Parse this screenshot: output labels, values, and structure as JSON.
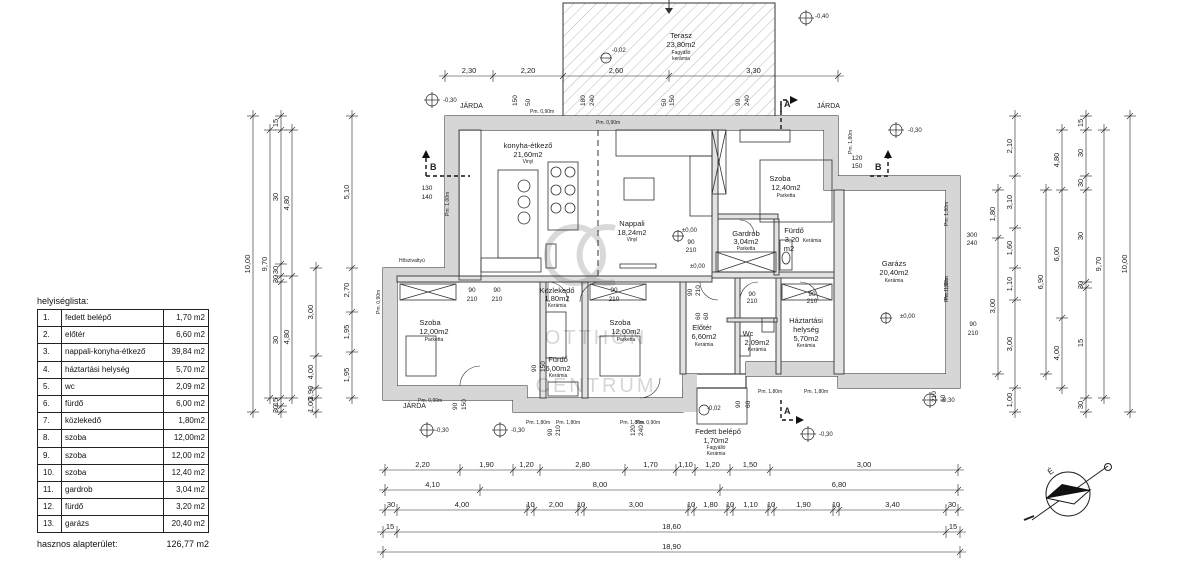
{
  "rooms": {
    "terasz": {
      "name": "Terasz",
      "area": "23,80m2",
      "floor1": "Fagyálló",
      "floor2": "kerámia"
    },
    "konyha": {
      "name": "konyha-étkező",
      "area": "21,60m2",
      "floor": "Vinyl"
    },
    "nappali": {
      "name": "Nappali",
      "area": "18,24m2",
      "floor": "Vinyl"
    },
    "szoba_ne": {
      "name": "Szoba",
      "area": "12,40m2",
      "floor": "Parketta"
    },
    "gardrob": {
      "name": "Gardrob",
      "area": "3,04m2",
      "floor": "Parketta"
    },
    "furdo_n": {
      "name": "Fürdő",
      "area": "3,20",
      "area2": "m2",
      "floor": "Kerámia"
    },
    "garazs": {
      "name": "Garázs",
      "area": "20,40m2",
      "floor": "Kerámia"
    },
    "kozlekedo": {
      "name": "Közlekedő",
      "area": "1,80m2",
      "floor": "Kerámia"
    },
    "szoba_w": {
      "name": "Szoba",
      "area": "12,00m2",
      "floor": "Parketta"
    },
    "szoba_m": {
      "name": "Szoba",
      "area": "12,00m2",
      "floor": "Parketta"
    },
    "furdo_s": {
      "name": "Fürdő",
      "area": "6,00m2",
      "floor": "Kerámia"
    },
    "eloter": {
      "name": "Előtér",
      "area": "6,60m2",
      "floor": "Kerámia"
    },
    "wc": {
      "name": "Wc",
      "area": "2,09m2",
      "floor": "Kerámia"
    },
    "haztart": {
      "name": "Háztartási",
      "name2": "helység",
      "area": "5,70m2",
      "floor": "Kerámia"
    },
    "fedett": {
      "name": "Fedett belépő",
      "area": "1,70m2",
      "floor1": "Fagyálló",
      "floor2": "Kerámia"
    }
  },
  "labels": {
    "jarda": "JÁRDA",
    "section_a": "A",
    "section_b": "B",
    "hoszivattyu": "Hőszivattyú",
    "levels": [
      "±0,00",
      "±0,00",
      "±0,00",
      "-0,02",
      "-0,02",
      "-0,30",
      "-0,30",
      "-0,30",
      "-0,30",
      "-0,30",
      "-0,30",
      "-0,40"
    ],
    "pm": [
      "Pm. 0,90m",
      "Pm. 0,90m",
      "Pm. 1,80m",
      "Pm. 1,80m",
      "Pm. 0,90m",
      "Pm. 1,80m",
      "Pm. 1,80m",
      "Pm. 1,80m",
      "Pm. 1,80m",
      "Pm. 1,00m",
      "Pm. 0,90m",
      "Pm. 0,90m",
      "Pm. 1,80m",
      "Pm. 1,80m",
      "Pm. 1,80m"
    ],
    "openings": [
      "150",
      "50",
      "180",
      "240",
      "50",
      "150",
      "90",
      "240",
      "120",
      "150",
      "130",
      "140",
      "90",
      "210",
      "90",
      "210",
      "90",
      "210",
      "90",
      "210",
      "90",
      "210",
      "90",
      "210",
      "90",
      "210",
      "90",
      "150",
      "90",
      "150",
      "90",
      "210",
      "120",
      "240",
      "90",
      "210",
      "60",
      "60",
      "300",
      "240",
      "210",
      "60",
      "90",
      "60"
    ]
  },
  "dims": {
    "top": [
      "2,30",
      "2,20",
      "2,60",
      "3,30"
    ],
    "bottom1": [
      "2,20",
      "1,90",
      "1,20",
      "2,80",
      "1,70",
      "1,10",
      "1,20",
      "1,50",
      "3,00"
    ],
    "bottom2": [
      "4,10",
      "8,00",
      "6,80"
    ],
    "bottom3": [
      "30",
      "4,00",
      "10",
      "2,00",
      "10",
      "3,00",
      "10",
      "1,80",
      "10",
      "1,10",
      "10",
      "1,90",
      "10",
      "3,40",
      "30"
    ],
    "bottom4": [
      "15",
      "18,60",
      "15"
    ],
    "bottom5": [
      "18,90"
    ],
    "left1": [
      "10,00"
    ],
    "left2": [
      "9,70"
    ],
    "left3": [
      "4,80",
      "4,80"
    ],
    "left4": [
      "15",
      "30",
      "30",
      "30",
      "30",
      "15",
      "30"
    ],
    "left5": [
      "5,10",
      "2,70",
      "1,95",
      "1,95"
    ],
    "left6": [
      "3,00",
      "4,00",
      "3,90",
      "1,00"
    ],
    "right1": [
      "2,10",
      "3,10",
      "1,60",
      "1,10",
      "3,00",
      "1,00"
    ],
    "right2": [
      "1,80",
      "3,00"
    ],
    "right3": [
      "6,90"
    ],
    "right4": [
      "4,80",
      "6,00",
      "4,00"
    ],
    "right5": [
      "9,70"
    ],
    "right6": [
      "10,00"
    ],
    "right7": [
      "15",
      "30",
      "30",
      "30",
      "30",
      "15",
      "30"
    ]
  },
  "compass": {
    "letter": "É"
  },
  "watermark": {
    "line1": "OTTHON",
    "line2": "CENTRUM"
  },
  "legend": {
    "title": "helyiséglista:",
    "rows": [
      {
        "n": "1.",
        "name": "fedett belépő",
        "area": "1,70 m2"
      },
      {
        "n": "2.",
        "name": "előtér",
        "area": "6,60 m2"
      },
      {
        "n": "3.",
        "name": "nappali-konyha-étkező",
        "area": "39,84 m2"
      },
      {
        "n": "4.",
        "name": "háztartási helység",
        "area": "5,70 m2"
      },
      {
        "n": "5.",
        "name": "wc",
        "area": "2,09 m2"
      },
      {
        "n": "6.",
        "name": "fürdő",
        "area": "6,00 m2"
      },
      {
        "n": "7.",
        "name": "közlekedő",
        "area": "1,80m2"
      },
      {
        "n": "8.",
        "name": "szoba",
        "area": "12,00m2"
      },
      {
        "n": "9.",
        "name": "szoba",
        "area": "12,00 m2"
      },
      {
        "n": "10.",
        "name": "szoba",
        "area": "12,40 m2"
      },
      {
        "n": "11.",
        "name": "gardrob",
        "area": "3,04 m2"
      },
      {
        "n": "12.",
        "name": "fürdő",
        "area": "3,20 m2"
      },
      {
        "n": "13.",
        "name": "garázs",
        "area": "20,40 m2"
      }
    ],
    "total_label": "hasznos  alapterület:",
    "total_value": "126,77 m2"
  }
}
